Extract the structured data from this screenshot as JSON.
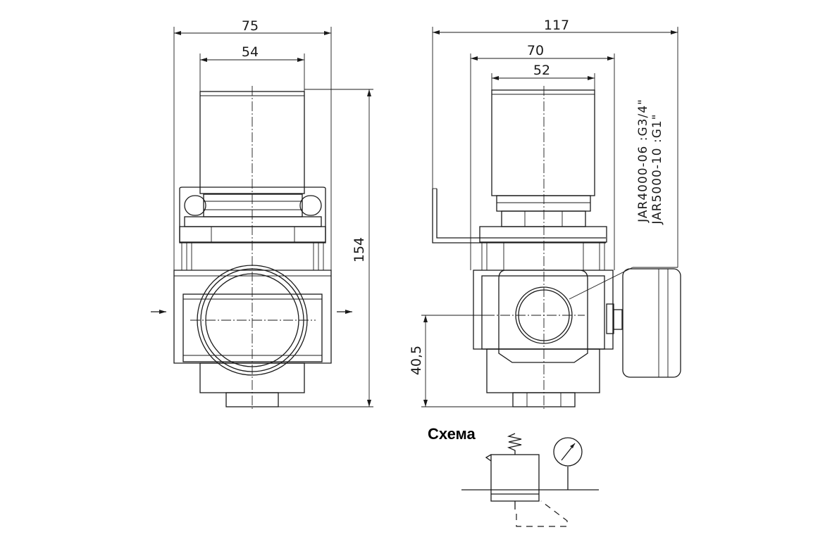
{
  "front_view": {
    "dim_width_total": "75",
    "dim_width_bonnet": "54",
    "dim_height_total": "154"
  },
  "side_view": {
    "dim_width_total": "117",
    "dim_width_body": "70",
    "dim_width_bonnet": "52",
    "dim_port_height": "40,5",
    "model_label_1": "JAR4000-06 :G3/4\"",
    "model_label_2": "JAR5000-10 :G1\""
  },
  "schema": {
    "title": "Схема"
  }
}
